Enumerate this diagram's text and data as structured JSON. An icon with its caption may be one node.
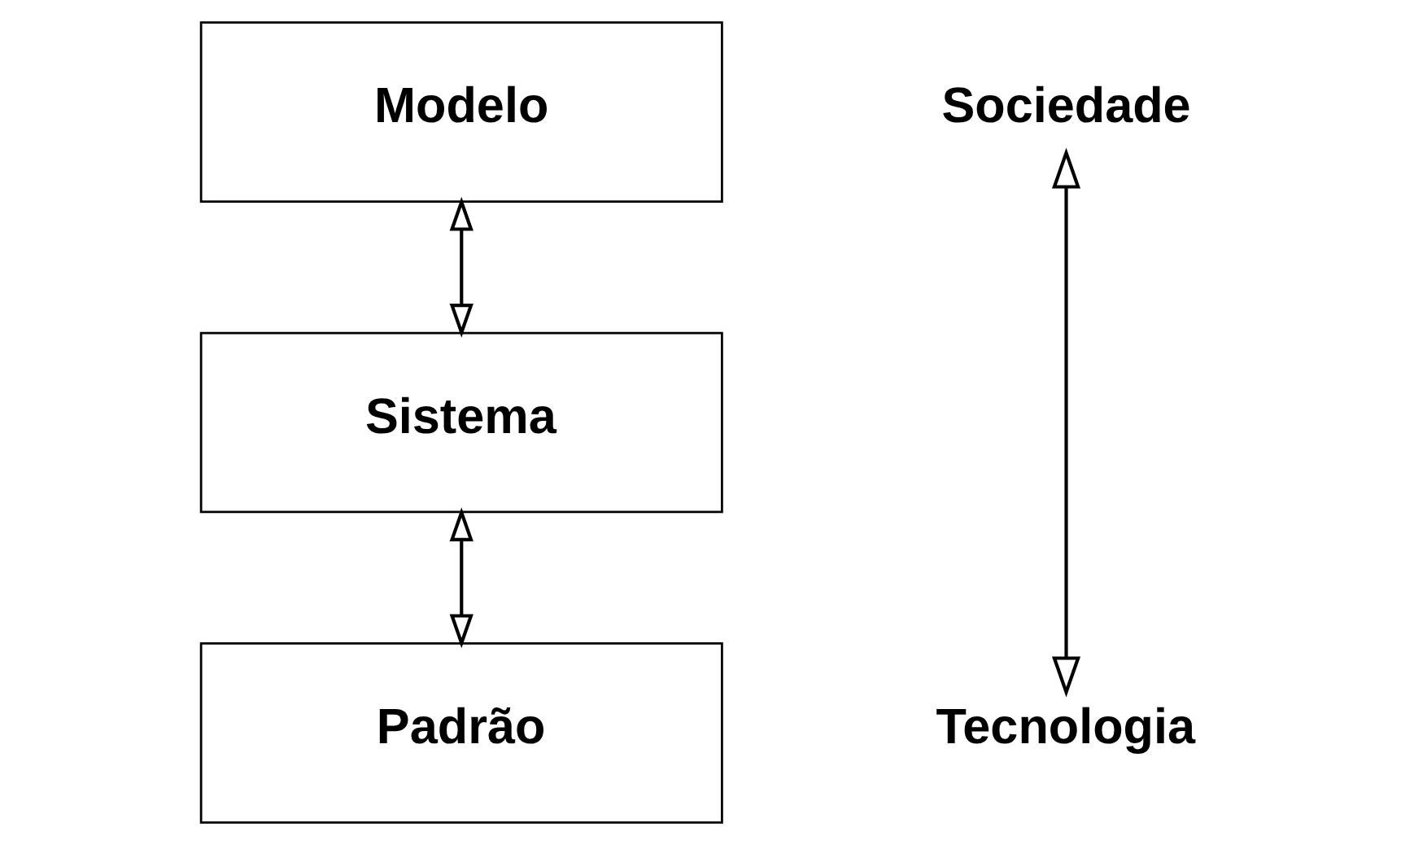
{
  "diagram": {
    "nodes": [
      {
        "text": [
          "Modelo"
        ]
      },
      {
        "text": [
          "Sistema"
        ]
      },
      {
        "text": [
          "Padrão"
        ]
      },
      {
        "text": [
          "Sociedade"
        ]
      },
      {
        "text": [
          "Tecnologia"
        ]
      }
    ],
    "edges": [
      {
        "from": 0,
        "to": 1,
        "arrow": "both"
      },
      {
        "from": 1,
        "to": 2,
        "arrow": "both"
      },
      {
        "from": 3,
        "to": 4,
        "arrow": "both"
      }
    ]
  }
}
